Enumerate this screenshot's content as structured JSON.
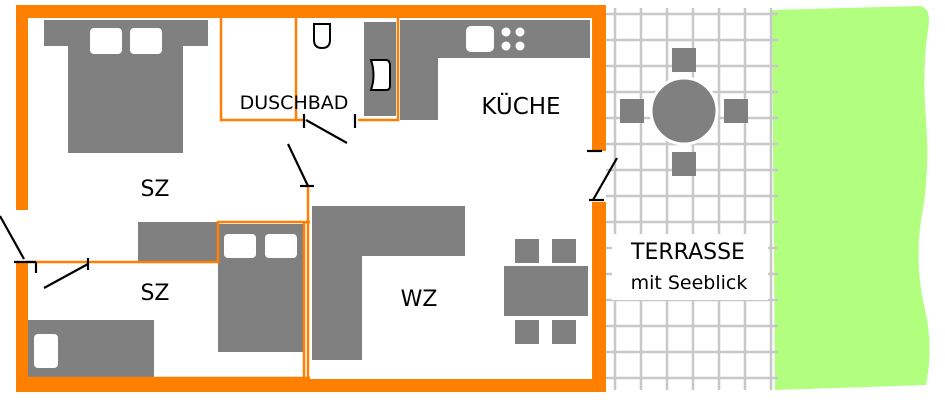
{
  "floorplan": {
    "rooms": {
      "schlafzimmer_1": "SZ",
      "schlafzimmer_2": "SZ",
      "duschbad": "DUSCHBAD",
      "kueche": "KÜCHE",
      "wohnzimmer": "WZ"
    },
    "terrace": {
      "title": "TERRASSE",
      "subtitle": "mit Seeblick"
    },
    "colors": {
      "walls": "#ff8000",
      "furniture": "#808080",
      "tiles": "#c8c8c8",
      "lawn": "#b2ff80",
      "door_lines": "#000000"
    }
  }
}
